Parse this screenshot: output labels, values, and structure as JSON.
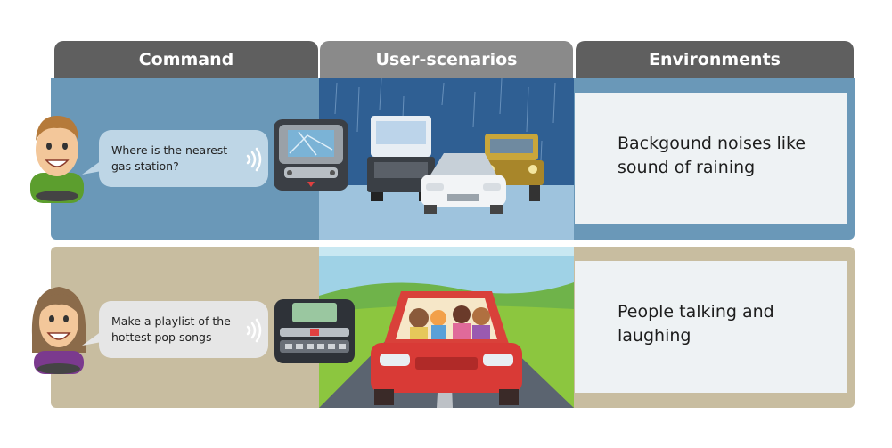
{
  "headers": {
    "command": "Command",
    "user_scenarios": "User-scenarios",
    "environments": "Environments"
  },
  "rows": [
    {
      "command_text": "Where is the nearest gas station?",
      "environment_text": "Backgound noises like sound of raining",
      "person": "man-driver",
      "scene": "rainy-traffic"
    },
    {
      "command_text": "Make a playlist of the hottest pop songs",
      "environment_text": "People talking and laughing",
      "person": "woman-driver",
      "scene": "family-road-trip"
    }
  ],
  "colors": {
    "header_dark": "#5f5f5f",
    "header_mid": "#8a8a8a",
    "row1_bg": "#6a98b8",
    "row2_bg": "#c8bda0"
  }
}
